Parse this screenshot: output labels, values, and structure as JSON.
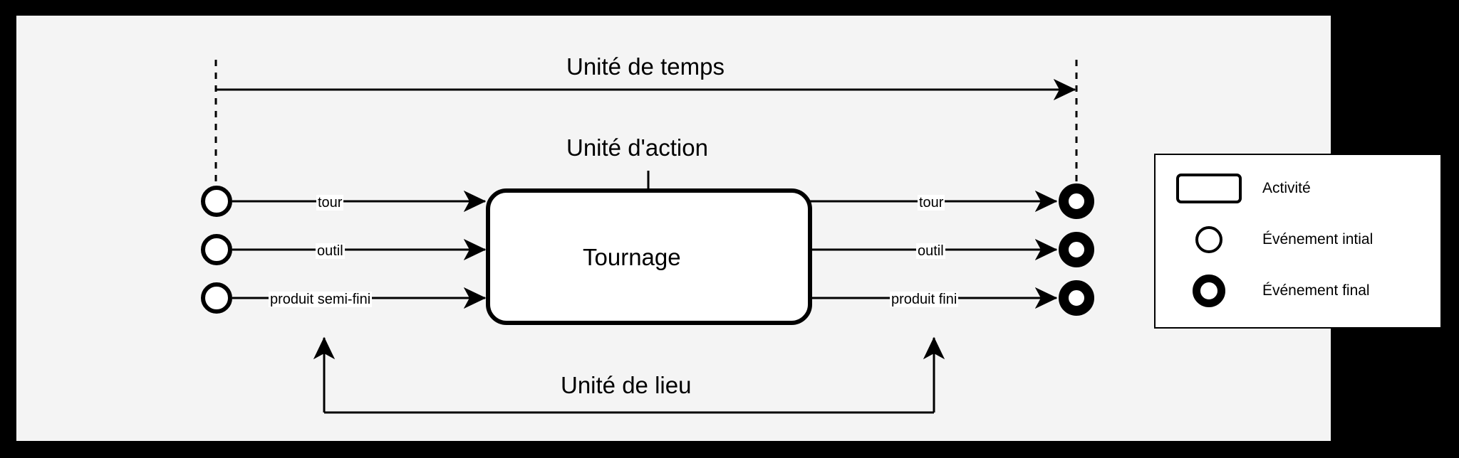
{
  "diagram": {
    "title_time": "Unité de temps",
    "title_action": "Unité d'action",
    "title_place": "Unité de lieu",
    "activity_label": "Tournage",
    "inputs": [
      {
        "label": "tour"
      },
      {
        "label": "outil"
      },
      {
        "label": "produit semi-fini"
      }
    ],
    "outputs": [
      {
        "label": "tour"
      },
      {
        "label": "outil"
      },
      {
        "label": "produit fini"
      }
    ]
  },
  "legend": {
    "items": [
      {
        "glyph": "rounded-rectangle",
        "label": "Activité"
      },
      {
        "glyph": "circle-thin",
        "label": "Événement intial"
      },
      {
        "glyph": "circle-thick",
        "label": "Événement final"
      }
    ]
  },
  "colors": {
    "page_background": "#000000",
    "canvas_background": "#f4f4f4",
    "stroke": "#000000",
    "shape_fill": "#ffffff"
  }
}
